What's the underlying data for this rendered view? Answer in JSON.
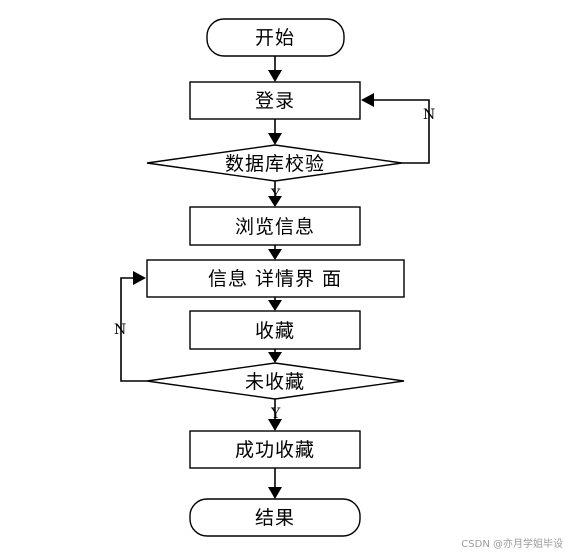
{
  "flowchart": {
    "start": "开始",
    "login": "登录",
    "db_check": "数据库校验",
    "db_no": "N",
    "db_yes": "Y",
    "browse": "浏览信息",
    "detail": "信息 详情界 面",
    "favorite": "收藏",
    "not_favorited": "未收藏",
    "fav_no": "N",
    "fav_yes": "Y",
    "success": "成功收藏",
    "end": "结果"
  },
  "watermark": "CSDN @亦月学姐毕设",
  "colors": {
    "stroke": "#000000",
    "background": "#ffffff",
    "watermark": "#9a9a9a"
  }
}
